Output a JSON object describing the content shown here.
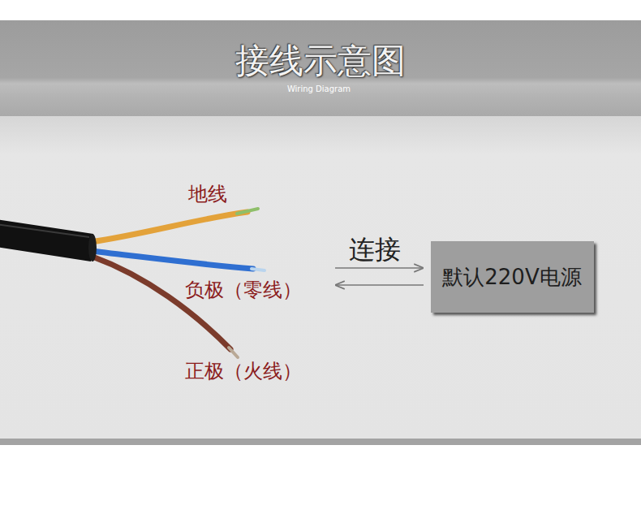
{
  "diagram": {
    "title": "接线示意图",
    "nodes": [
      {
        "text": [
          "默认220V电源"
        ]
      }
    ],
    "labels": [
      "Wiring Diagram",
      "地线",
      "负极（零线）",
      "正极（火线）",
      "连接"
    ]
  }
}
